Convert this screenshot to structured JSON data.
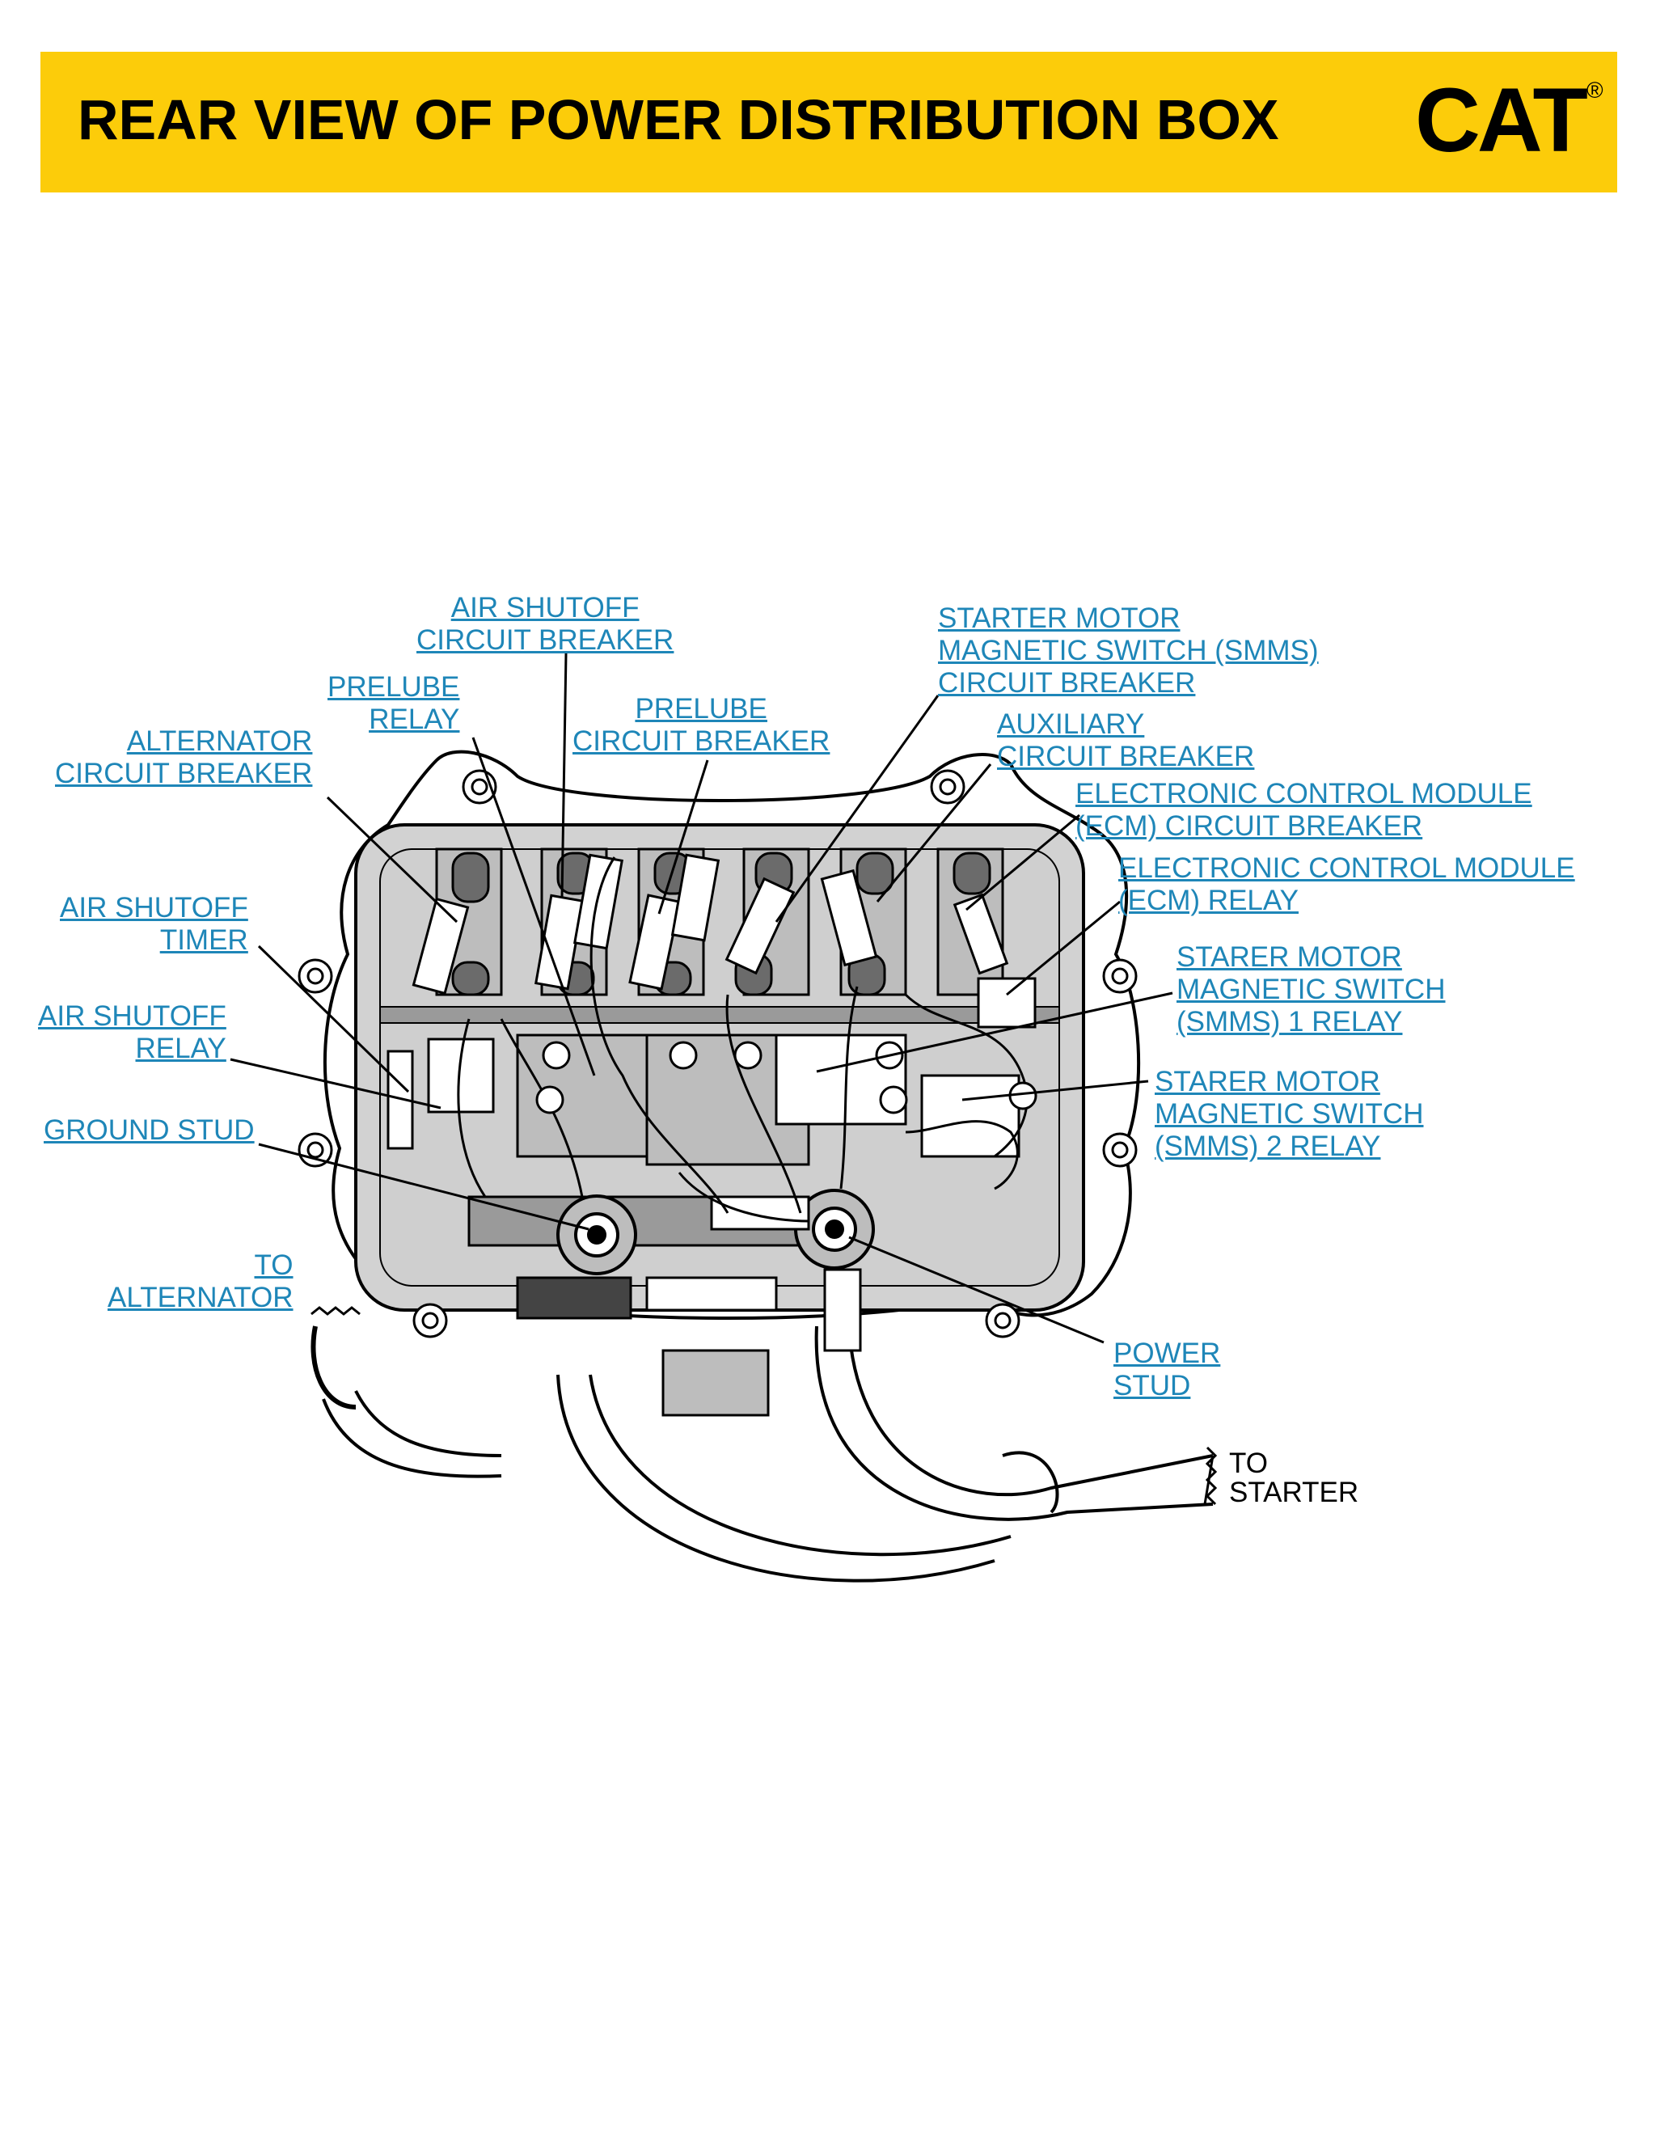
{
  "header": {
    "title": "REAR VIEW OF POWER DISTRIBUTION BOX",
    "logo_text": "CAT",
    "logo_registered": "®",
    "background": "#fccc0a"
  },
  "labels": {
    "air_shutoff_cb": [
      "AIR SHUTOFF",
      "CIRCUIT BREAKER"
    ],
    "prelube_relay": [
      "PRELUBE",
      "RELAY"
    ],
    "alternator_cb": [
      "ALTERNATOR",
      "CIRCUIT BREAKER"
    ],
    "prelube_cb": [
      "PRELUBE",
      "CIRCUIT BREAKER"
    ],
    "smms_cb": [
      "STARTER MOTOR",
      "MAGNETIC SWITCH (SMMS)",
      "CIRCUIT BREAKER"
    ],
    "auxiliary_cb": [
      "AUXILIARY",
      "CIRCUIT BREAKER"
    ],
    "ecm_cb": [
      "ELECTRONIC CONTROL MODULE",
      "(ECM) CIRCUIT BREAKER"
    ],
    "ecm_relay": [
      "ELECTRONIC CONTROL MODULE",
      "(ECM) RELAY"
    ],
    "air_shutoff_timer": [
      "AIR SHUTOFF",
      "TIMER"
    ],
    "air_shutoff_relay": [
      "AIR SHUTOFF",
      "RELAY"
    ],
    "smms1_relay": [
      "STARER MOTOR",
      "MAGNETIC SWITCH",
      "(SMMS) 1 RELAY"
    ],
    "smms2_relay": [
      "STARER MOTOR",
      "MAGNETIC SWITCH",
      "(SMMS) 2 RELAY"
    ],
    "ground_stud": [
      "GROUND STUD"
    ],
    "to_alternator": [
      "TO",
      "ALTERNATOR"
    ],
    "power_stud": [
      "POWER",
      "STUD"
    ],
    "to_starter": [
      "TO",
      "STARTER"
    ]
  },
  "colors": {
    "label_link": "#1e86b8",
    "housing_fill": "#d2d2d2",
    "text": "#000000"
  }
}
